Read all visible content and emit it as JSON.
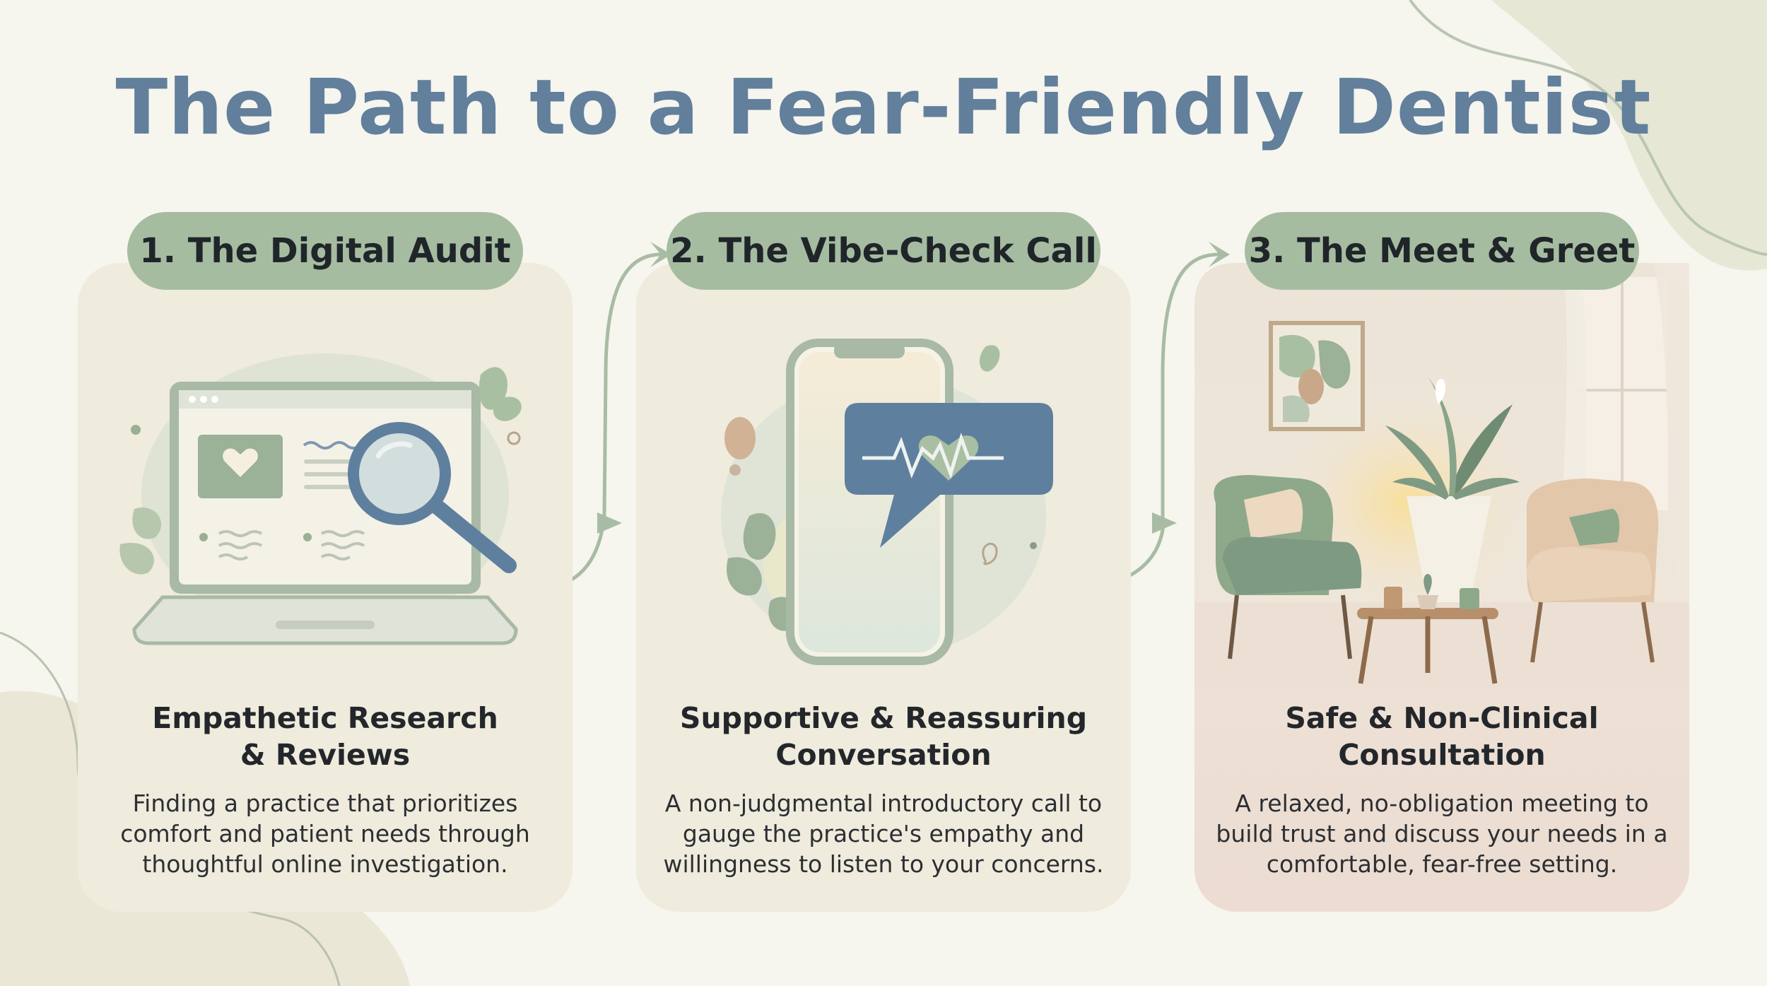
{
  "title": "The Path to a Fear-Friendly Dentist",
  "colors": {
    "background": "#f6f5ee",
    "title": "#627f9c",
    "pill": "#a5bca0",
    "card": "#efebdd",
    "sage": "#8ea88a",
    "blue": "#5f7f9f"
  },
  "steps": [
    {
      "label": "1. The Digital Audit",
      "heading_line1": "Empathetic Research",
      "heading_line2": "& Reviews",
      "desc_line1": "Finding a practice that prioritizes",
      "desc_line2": "comfort and patient needs through",
      "desc_line3": "thoughtful online investigation.",
      "icon": "laptop-magnifier-icon"
    },
    {
      "label": "2. The Vibe-Check Call",
      "heading_line1": "Supportive & Reassuring",
      "heading_line2": "Conversation",
      "desc_line1": "A non-judgmental introductory call to",
      "desc_line2": "gauge the practice's empathy and",
      "desc_line3": "willingness to listen to your concerns.",
      "icon": "phone-heartbeat-icon"
    },
    {
      "label": "3. The Meet & Greet",
      "heading_line1": "Safe & Non-Clinical",
      "heading_line2": "Consultation",
      "desc_line1": "A relaxed, no-obligation meeting to",
      "desc_line2": "build trust and discuss your needs in a",
      "desc_line3": "comfortable, fear-free setting.",
      "icon": "lounge-room-icon"
    }
  ]
}
